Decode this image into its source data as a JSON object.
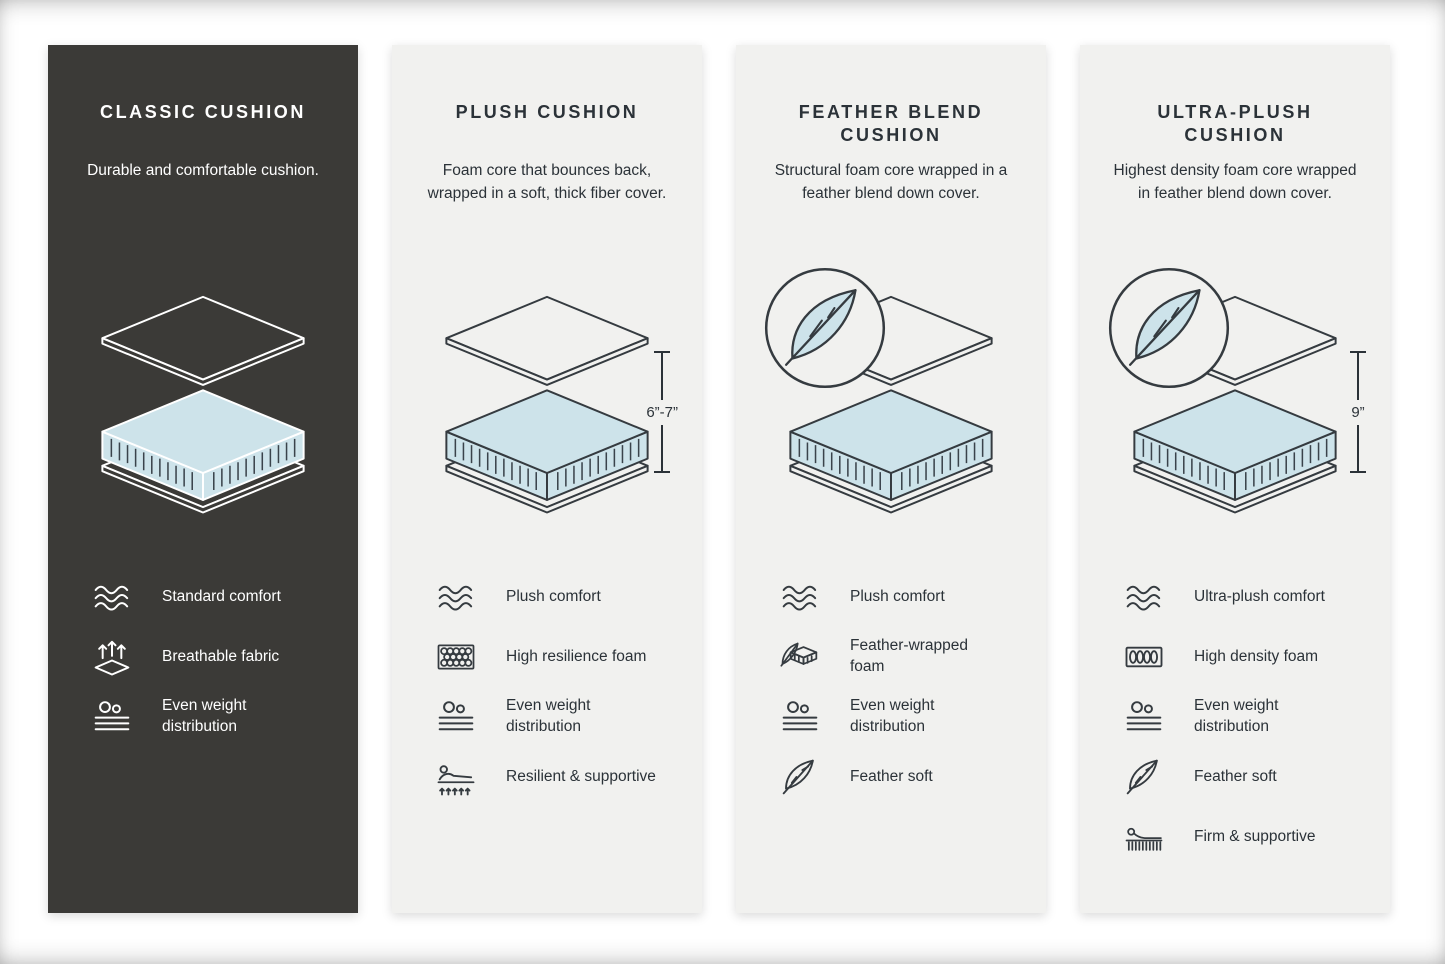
{
  "colors": {
    "dark_panel_bg": "#3b3a37",
    "light_panel_bg": "#f1f1ef",
    "foam_blue": "#cde3ea",
    "line_dark": "#353b40",
    "page_bg": "#ffffff"
  },
  "panels": [
    {
      "id": "classic-cushion",
      "theme": "dark",
      "title": "CLASSIC CUSHION",
      "description": "Durable and comfortable cushion.",
      "feather_badge": false,
      "height_measurement": null,
      "features": [
        {
          "icon": "waves-icon",
          "label": "Standard comfort"
        },
        {
          "icon": "breathable-icon",
          "label": "Breathable fabric"
        },
        {
          "icon": "weight-distribution-icon",
          "label": "Even weight distribution"
        }
      ]
    },
    {
      "id": "plush-cushion",
      "theme": "light",
      "title": "PLUSH CUSHION",
      "description": "Foam core that bounces back, wrapped in a soft, thick fiber cover.",
      "feather_badge": false,
      "height_measurement": "6”-7”",
      "features": [
        {
          "icon": "waves-icon",
          "label": "Plush comfort"
        },
        {
          "icon": "resilience-foam-icon",
          "label": "High resilience foam"
        },
        {
          "icon": "weight-distribution-icon",
          "label": "Even weight distribution"
        },
        {
          "icon": "recline-support-icon",
          "label": "Resilient & supportive"
        }
      ]
    },
    {
      "id": "feather-blend-cushion",
      "theme": "light",
      "title": "FEATHER BLEND CUSHION",
      "description": "Structural foam core wrapped in a feather blend down cover.",
      "feather_badge": true,
      "height_measurement": null,
      "features": [
        {
          "icon": "waves-icon",
          "label": "Plush comfort"
        },
        {
          "icon": "feather-foam-icon",
          "label": "Feather-wrapped foam"
        },
        {
          "icon": "weight-distribution-icon",
          "label": "Even weight distribution"
        },
        {
          "icon": "feather-icon",
          "label": "Feather soft"
        }
      ]
    },
    {
      "id": "ultra-plush-cushion",
      "theme": "light",
      "title": "ULTRA-PLUSH CUSHION",
      "description": "Highest density foam core wrapped in feather blend down cover.",
      "feather_badge": true,
      "height_measurement": "9”",
      "features": [
        {
          "icon": "waves-icon",
          "label": "Ultra-plush comfort"
        },
        {
          "icon": "density-foam-icon",
          "label": "High density foam"
        },
        {
          "icon": "weight-distribution-icon",
          "label": "Even weight distribution"
        },
        {
          "icon": "feather-icon",
          "label": "Feather soft"
        },
        {
          "icon": "firm-support-icon",
          "label": "Firm & supportive"
        }
      ]
    }
  ]
}
